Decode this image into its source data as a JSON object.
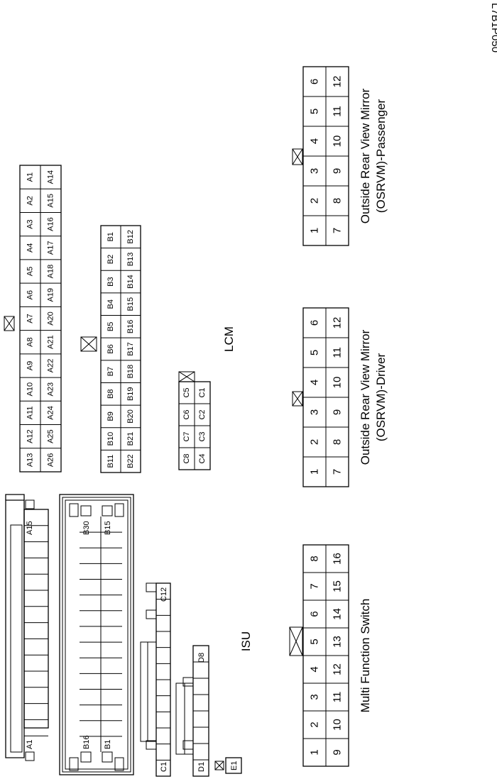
{
  "figure_code": "L7B1P050",
  "connectors": {
    "lcm": {
      "label": "LCM",
      "a_row_top": [
        "A13",
        "A12",
        "A11",
        "A10",
        "A9",
        "A8",
        "A7",
        "A6",
        "A5",
        "A4",
        "A3",
        "A2",
        "A1"
      ],
      "a_row_bottom": [
        "A26",
        "A25",
        "A24",
        "A23",
        "A22",
        "A21",
        "A20",
        "A19",
        "A18",
        "A17",
        "A16",
        "A15",
        "A14"
      ],
      "b_row_top": [
        "B11",
        "B10",
        "B9",
        "B8",
        "B7",
        "B6",
        "B5",
        "B4",
        "B3",
        "B2",
        "B1"
      ],
      "b_row_bottom": [
        "B22",
        "B21",
        "B20",
        "B19",
        "B18",
        "B17",
        "B16",
        "B15",
        "B14",
        "B13",
        "B12"
      ],
      "c_row_top": [
        "C8",
        "C7",
        "C6",
        "C5"
      ],
      "c_row_bottom": [
        "C4",
        "C3",
        "C2",
        "C1"
      ]
    },
    "isu": {
      "label": "ISU",
      "pins": {
        "a_first": "A1",
        "a_last": "A15",
        "b_first": "B16",
        "b_last": "B30",
        "b_first2": "B1",
        "b_last2": "B15",
        "c_first": "C1",
        "c_last": "C12",
        "d_first": "D1",
        "d_last": "D8",
        "e_first": "E1"
      }
    },
    "osrvm_driver": {
      "label_line1": "Outside Rear View Mirror",
      "label_line2": "(OSRVM)-Driver",
      "row_top": [
        "1",
        "2",
        "3",
        "4",
        "5",
        "6"
      ],
      "row_bottom": [
        "7",
        "8",
        "9",
        "10",
        "11",
        "12"
      ]
    },
    "osrvm_passenger": {
      "label_line1": "Outside Rear View Mirror",
      "label_line2": "(OSRVM)-Passenger",
      "row_top": [
        "1",
        "2",
        "3",
        "4",
        "5",
        "6"
      ],
      "row_bottom": [
        "7",
        "8",
        "9",
        "10",
        "11",
        "12"
      ]
    },
    "multi_function_switch": {
      "label": "Multi Function Switch",
      "row_top": [
        "1",
        "2",
        "3",
        "4",
        "5",
        "6",
        "7",
        "8"
      ],
      "row_bottom": [
        "9",
        "10",
        "11",
        "12",
        "13",
        "14",
        "15",
        "16"
      ]
    }
  }
}
